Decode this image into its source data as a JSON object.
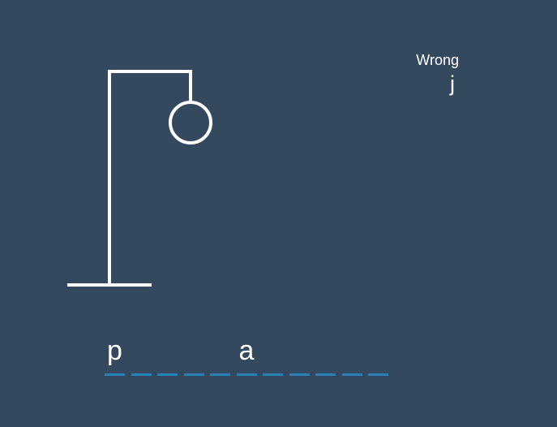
{
  "wrong": {
    "title": "Wrong",
    "letters": "j"
  },
  "word": {
    "slots": [
      "p",
      "",
      "",
      "",
      "",
      "a",
      "",
      "",
      "",
      "",
      "",
      ""
    ]
  },
  "colors": {
    "background": "#34495e",
    "figure": "#ffffff",
    "slot_underline": "#2980b9"
  }
}
